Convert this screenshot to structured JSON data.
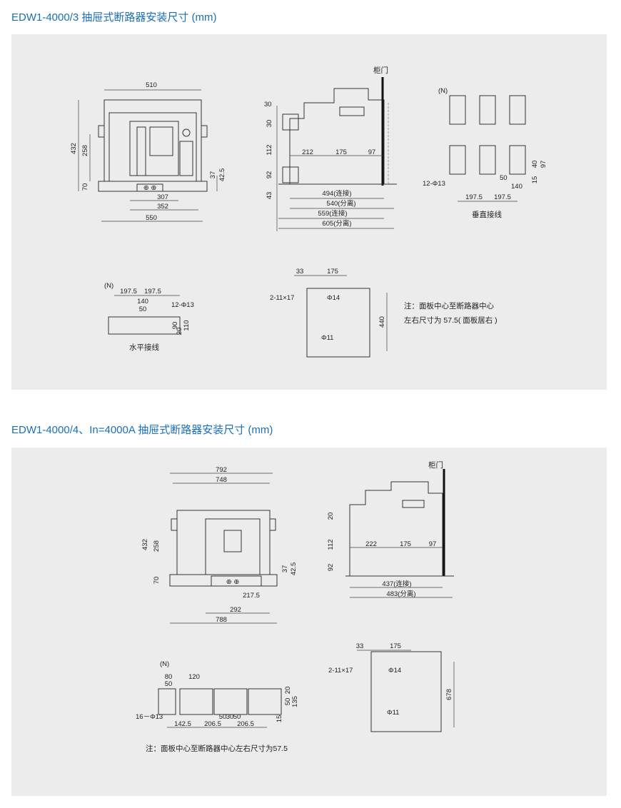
{
  "section1": {
    "title": "EDW1-4000/3 抽屉式断路器安装尺寸 (mm)",
    "front": {
      "w510": "510",
      "h432": "432",
      "h258": "258",
      "h70": "70",
      "d37": "37",
      "d42_5": "42.5",
      "w307": "307",
      "w352": "352",
      "w550": "550"
    },
    "side": {
      "door": "柜门",
      "d30a": "30",
      "d30b": "30",
      "d112": "112",
      "d92": "92",
      "d43": "43",
      "d212": "212",
      "d175": "175",
      "d97": "97",
      "l494": "494(连接)",
      "l540": "540(分离)",
      "l559": "559(连接)",
      "l605": "605(分离)"
    },
    "vertical": {
      "n": "(N)",
      "hole": "12-Φ13",
      "d50": "50",
      "d140": "140",
      "d197a": "197.5",
      "d197b": "197.5",
      "d40": "40",
      "d97": "97",
      "d15": "15",
      "label": "垂直接线"
    },
    "horizontal": {
      "n": "(N)",
      "d197a": "197.5",
      "d197b": "197.5",
      "d140": "140",
      "d50": "50",
      "hole": "12-Φ13",
      "d20": "20",
      "d90": "90",
      "d110": "110",
      "label": "水平接线"
    },
    "door": {
      "d33": "33",
      "d175": "175",
      "slots": "2-11×17",
      "phi14": "Φ14",
      "phi11": "Φ11",
      "d440": "440"
    },
    "note_line1": "注：面板中心至断路器中心",
    "note_line2": "左右尺寸为 57.5( 面板居右 )"
  },
  "section2": {
    "title": "EDW1-4000/4、In=4000A 抽屉式断路器安装尺寸 (mm)",
    "front": {
      "w792": "792",
      "w748": "748",
      "h432": "432",
      "h258": "258",
      "h70": "70",
      "d37": "37",
      "d42_5": "42.5",
      "w217": "217.5",
      "w292": "292",
      "w788": "788"
    },
    "side": {
      "door": "柜门",
      "d20": "20",
      "d112": "112",
      "d92": "92",
      "d222": "222",
      "d175": "175",
      "d97": "97",
      "l437": "437(连接)",
      "l483": "483(分离)"
    },
    "busbar": {
      "n": "(N)",
      "d80": "80",
      "d50": "50",
      "d120": "120",
      "hole": "16－Φ13",
      "d15": "15",
      "d135": "135",
      "d50b": "50",
      "d20": "20",
      "d142": "142.5",
      "d206a": "206.5",
      "d206b": "206.5",
      "m50a": "50",
      "m50b": "50",
      "m30": "30"
    },
    "door": {
      "d33": "33",
      "d175": "175",
      "slots": "2-11×17",
      "phi14": "Φ14",
      "phi11": "Φ11",
      "d678": "678"
    },
    "note": "注：面板中心至断路器中心左右尺寸为57.5"
  }
}
